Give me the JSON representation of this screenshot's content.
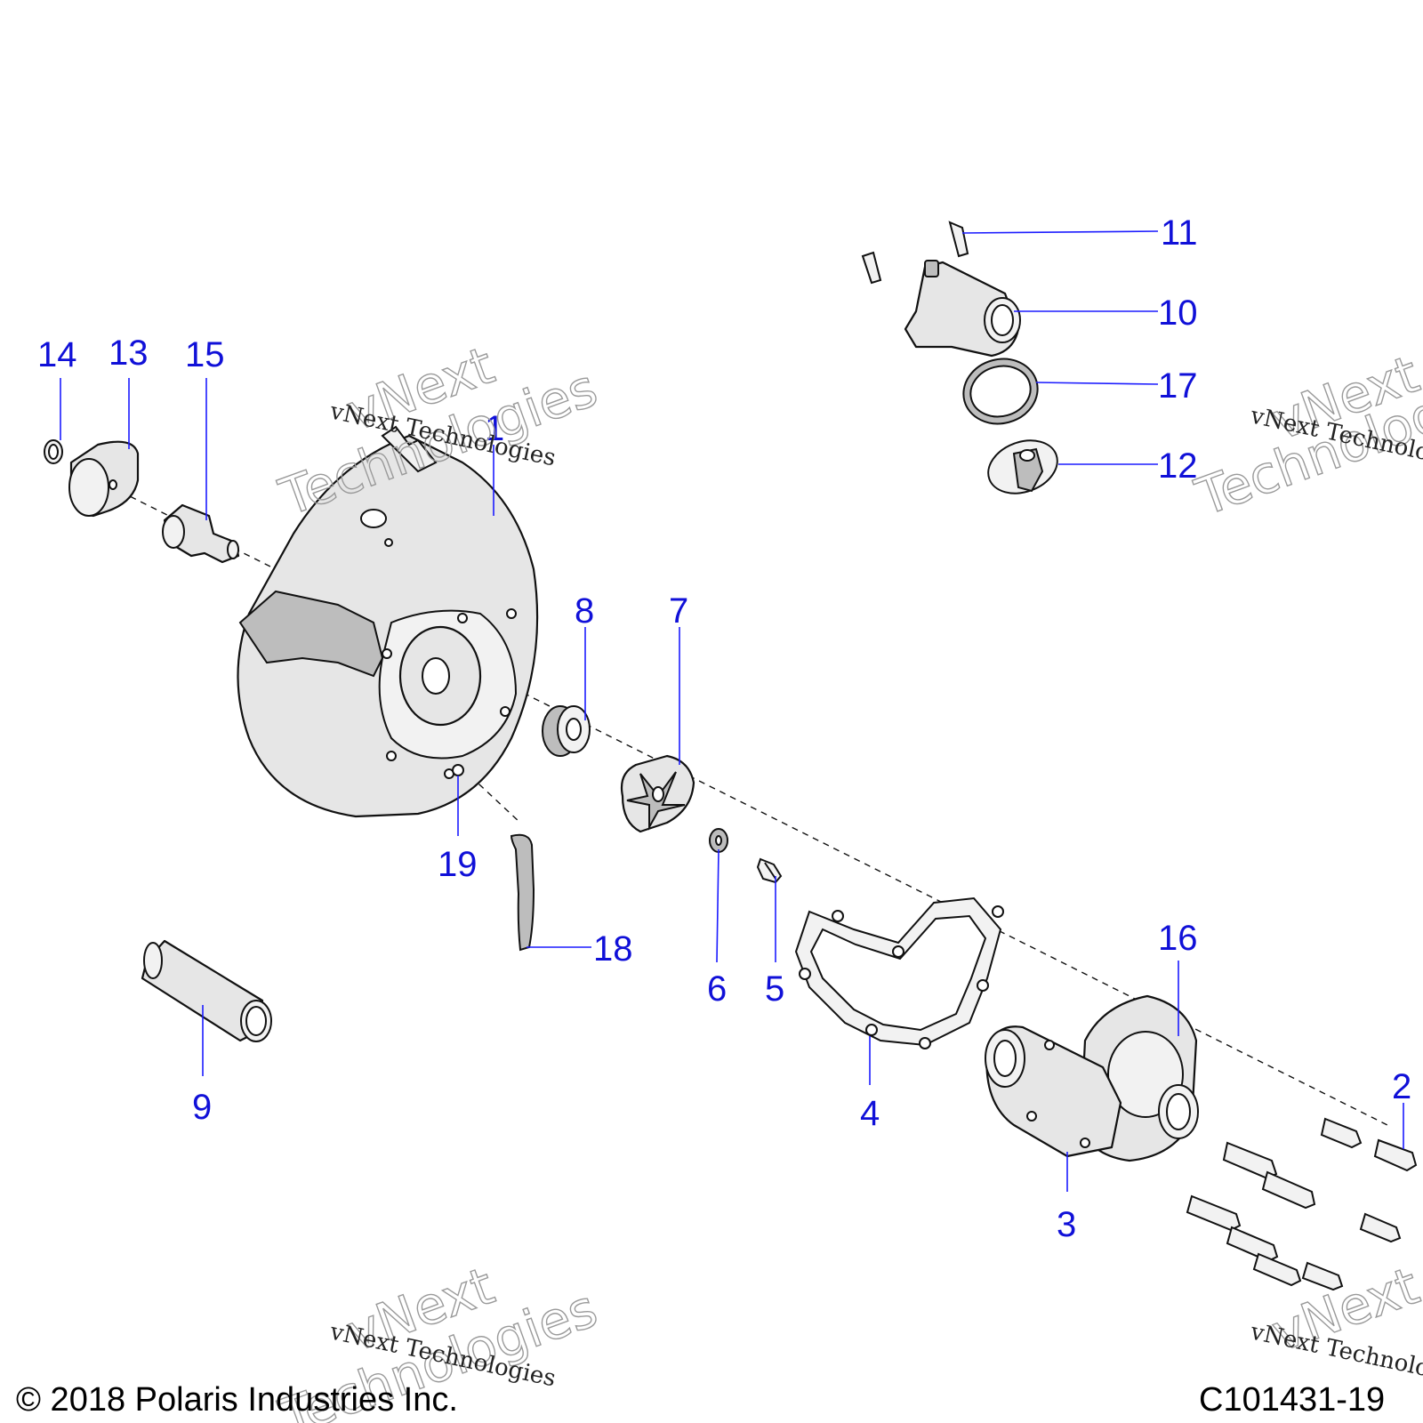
{
  "callouts": [
    {
      "label": "1"
    },
    {
      "label": "2"
    },
    {
      "label": "3"
    },
    {
      "label": "4"
    },
    {
      "label": "5"
    },
    {
      "label": "6"
    },
    {
      "label": "7"
    },
    {
      "label": "8"
    },
    {
      "label": "9"
    },
    {
      "label": "10"
    },
    {
      "label": "11"
    },
    {
      "label": "12"
    },
    {
      "label": "13"
    },
    {
      "label": "14"
    },
    {
      "label": "15"
    },
    {
      "label": "16"
    },
    {
      "label": "17"
    },
    {
      "label": "18"
    },
    {
      "label": "19"
    }
  ],
  "watermark": {
    "line_small": "vNext Technologies",
    "line_big_1": "vNext",
    "line_big_2": "Technologies"
  },
  "footer": {
    "copyright": "© 2018 Polaris Industries Inc.",
    "figure_id": "C101431-19"
  }
}
